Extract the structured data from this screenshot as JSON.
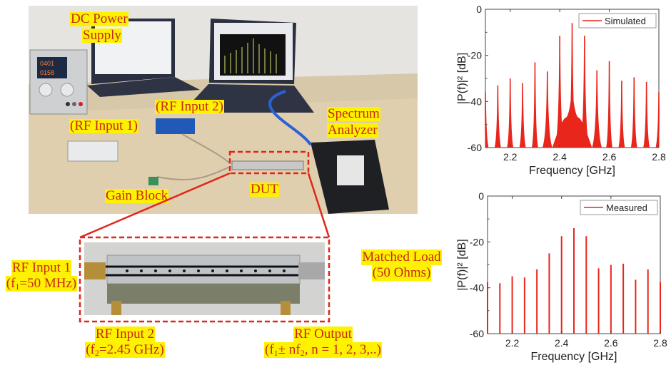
{
  "setup_photo": {
    "labels": {
      "dc_power": "DC Power",
      "supply": "Supply",
      "rf_input_2": "(RF Input 2)",
      "rf_input_1": "(RF Input 1)",
      "spectrum": "Spectrum",
      "analyzer": "Analyzer",
      "gain_block": "Gain Block",
      "dut": "DUT"
    },
    "psu_display": [
      "0401",
      "0158"
    ]
  },
  "dut_photo": {
    "rf_input_1_title": "RF Input 1",
    "rf_input_1_freq_prefix": "(f",
    "rf_input_1_freq_sub": "1",
    "rf_input_1_freq_suffix": "=50 MHz)",
    "matched_load_title": "Matched Load",
    "matched_load_value": "(50 Ohms)",
    "rf_input_2_title": "RF Input 2",
    "rf_input_2_freq_prefix": "(f",
    "rf_input_2_freq_sub": "2",
    "rf_input_2_freq_suffix": "=2.45 GHz)",
    "rf_output_title": "RF Output",
    "rf_output_prefix": "(f",
    "rf_output_sub1": "1",
    "rf_output_mid": " ± nf",
    "rf_output_sub2": "2",
    "rf_output_suffix": ", n = 1, 2, 3,..)"
  },
  "colors": {
    "label_bg": "#fff200",
    "label_text": "#c8261b",
    "trace": "#e8261b",
    "callout": "#e0261b"
  },
  "chart_data": [
    {
      "type": "bar",
      "title": "",
      "legend": "Simulated",
      "legend_position": "top-right",
      "xlabel": "Frequency [GHz]",
      "ylabel": "|P(f)|² [dB]",
      "ylabel_base": "|P(f)|",
      "ylabel_sup": "2",
      "ylabel_unit": " [dB]",
      "xlim": [
        2.1,
        2.8
      ],
      "ylim": [
        -60,
        0
      ],
      "xticks": [
        "2.2",
        "2.4",
        "2.6",
        "2.8"
      ],
      "yticks": [
        "0",
        "-20",
        "-40",
        "-60"
      ],
      "x": [
        2.1,
        2.15,
        2.2,
        2.25,
        2.3,
        2.35,
        2.4,
        2.45,
        2.5,
        2.55,
        2.6,
        2.65,
        2.7,
        2.75,
        2.8
      ],
      "values": [
        -36,
        -33,
        -30,
        -32,
        -23,
        -27,
        -11.5,
        -6,
        -11.5,
        -26.5,
        -22.5,
        -31,
        -29.5,
        -31.5,
        -36
      ]
    },
    {
      "type": "bar",
      "title": "",
      "legend": "Measured",
      "legend_position": "top-right",
      "xlabel": "Frequency [GHz]",
      "ylabel": "|P(f)|² [dB]",
      "ylabel_base": "|P(f)|",
      "ylabel_sup": "2",
      "ylabel_unit": " [dB]",
      "xlim": [
        2.1,
        2.8
      ],
      "ylim": [
        -60,
        0
      ],
      "xticks": [
        "2.2",
        "2.4",
        "2.6",
        "2.8"
      ],
      "yticks": [
        "0",
        "-20",
        "-40",
        "-60"
      ],
      "x": [
        2.1,
        2.15,
        2.2,
        2.25,
        2.3,
        2.35,
        2.4,
        2.45,
        2.5,
        2.55,
        2.6,
        2.65,
        2.7,
        2.75,
        2.8
      ],
      "values": [
        -37.5,
        -38,
        -35,
        -35.5,
        -32,
        -25,
        -17.5,
        -14,
        -17.5,
        -31.5,
        -30,
        -29.5,
        -36.5,
        -32,
        -37.5
      ]
    }
  ]
}
